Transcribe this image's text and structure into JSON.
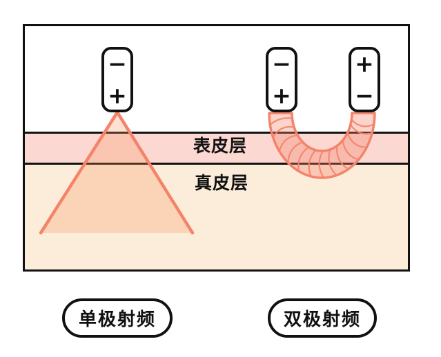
{
  "diagram": {
    "skin": {
      "layers": [
        {
          "label": "表皮层"
        },
        {
          "label": "真皮层"
        }
      ]
    },
    "monopolar": {
      "pill_label": "单极射频",
      "electrode": {
        "top": "−",
        "bottom": "+"
      }
    },
    "bipolar": {
      "pill_label": "双极射频",
      "electrode_left": {
        "top": "−",
        "bottom": "+"
      },
      "electrode_right": {
        "top": "+",
        "bottom": "−"
      }
    },
    "colors": {
      "energy_stroke": "#f4836b",
      "energy_cone_fill": "rgba(247,148,92,0.28)",
      "energy_loop_fill": "rgba(244,131,107,0.35)",
      "epidermis_fill": "#fbd8d2",
      "dermis_fill": "#fcecda",
      "outline": "#111111"
    }
  }
}
